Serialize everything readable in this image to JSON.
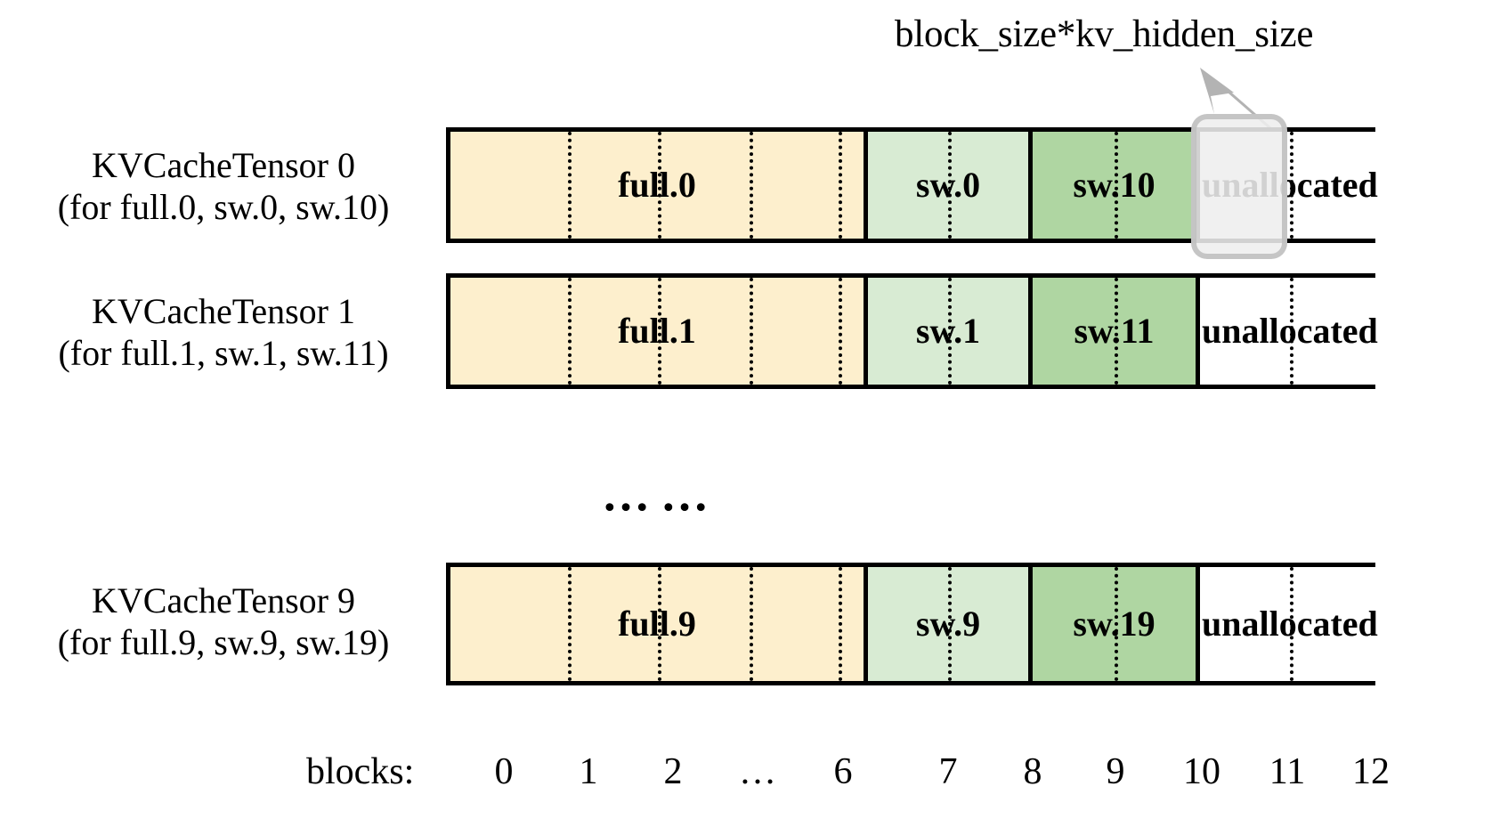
{
  "annotation": {
    "label": "block_size*kv_hidden_size",
    "arrow_icon": "arrow-up-left-icon",
    "highlight_target": "block 11 of KVCacheTensor 0"
  },
  "rows": [
    {
      "label_line1": "KVCacheTensor 0",
      "label_line2": "(for full.0, sw.0, sw.10)",
      "segments": [
        {
          "name": "full",
          "label": "full.0",
          "color": "#FDEFCD",
          "blocks": 7,
          "block_range": "0-6"
        },
        {
          "name": "sw-light",
          "label": "sw.0",
          "color": "#D8EBD3",
          "blocks": 2,
          "block_range": "7-8"
        },
        {
          "name": "sw-dark",
          "label": "sw.10",
          "color": "#AFD6A2",
          "blocks": 2,
          "block_range": "9-10"
        },
        {
          "name": "unallocated",
          "label": "unallocated",
          "color": "#FFFFFF",
          "blocks": 2,
          "block_range": "11-12"
        }
      ]
    },
    {
      "label_line1": "KVCacheTensor 1",
      "label_line2": "(for full.1, sw.1, sw.11)",
      "segments": [
        {
          "name": "full",
          "label": "full.1",
          "color": "#FDEFCD",
          "blocks": 7,
          "block_range": "0-6"
        },
        {
          "name": "sw-light",
          "label": "sw.1",
          "color": "#D8EBD3",
          "blocks": 2,
          "block_range": "7-8"
        },
        {
          "name": "sw-dark",
          "label": "sw.11",
          "color": "#AFD6A2",
          "blocks": 2,
          "block_range": "9-10"
        },
        {
          "name": "unallocated",
          "label": "unallocated",
          "color": "#FFFFFF",
          "blocks": 2,
          "block_range": "11-12"
        }
      ]
    },
    {
      "label_line1": "KVCacheTensor 9",
      "label_line2": "(for full.9, sw.9, sw.19)",
      "segments": [
        {
          "name": "full",
          "label": "full.9",
          "color": "#FDEFCD",
          "blocks": 7,
          "block_range": "0-6"
        },
        {
          "name": "sw-light",
          "label": "sw.9",
          "color": "#D8EBD3",
          "blocks": 2,
          "block_range": "7-8"
        },
        {
          "name": "sw-dark",
          "label": "sw.19",
          "color": "#AFD6A2",
          "blocks": 2,
          "block_range": "9-10"
        },
        {
          "name": "unallocated",
          "label": "unallocated",
          "color": "#FFFFFF",
          "blocks": 2,
          "block_range": "11-12"
        }
      ]
    }
  ],
  "ellipsis": "……",
  "axis": {
    "title": "blocks:",
    "ticks": [
      "0",
      "1",
      "2",
      "…",
      "6",
      "7",
      "8",
      "9",
      "10",
      "11",
      "12"
    ]
  },
  "colors": {
    "full": "#FDEFCD",
    "sw_light": "#D8EBD3",
    "sw_dark": "#AFD6A2",
    "unallocated": "#FFFFFF",
    "outline": "#000000",
    "highlight_fill": "#EEEEEE",
    "highlight_border": "#BEBEBE",
    "arrow": "#B3B3B3"
  }
}
